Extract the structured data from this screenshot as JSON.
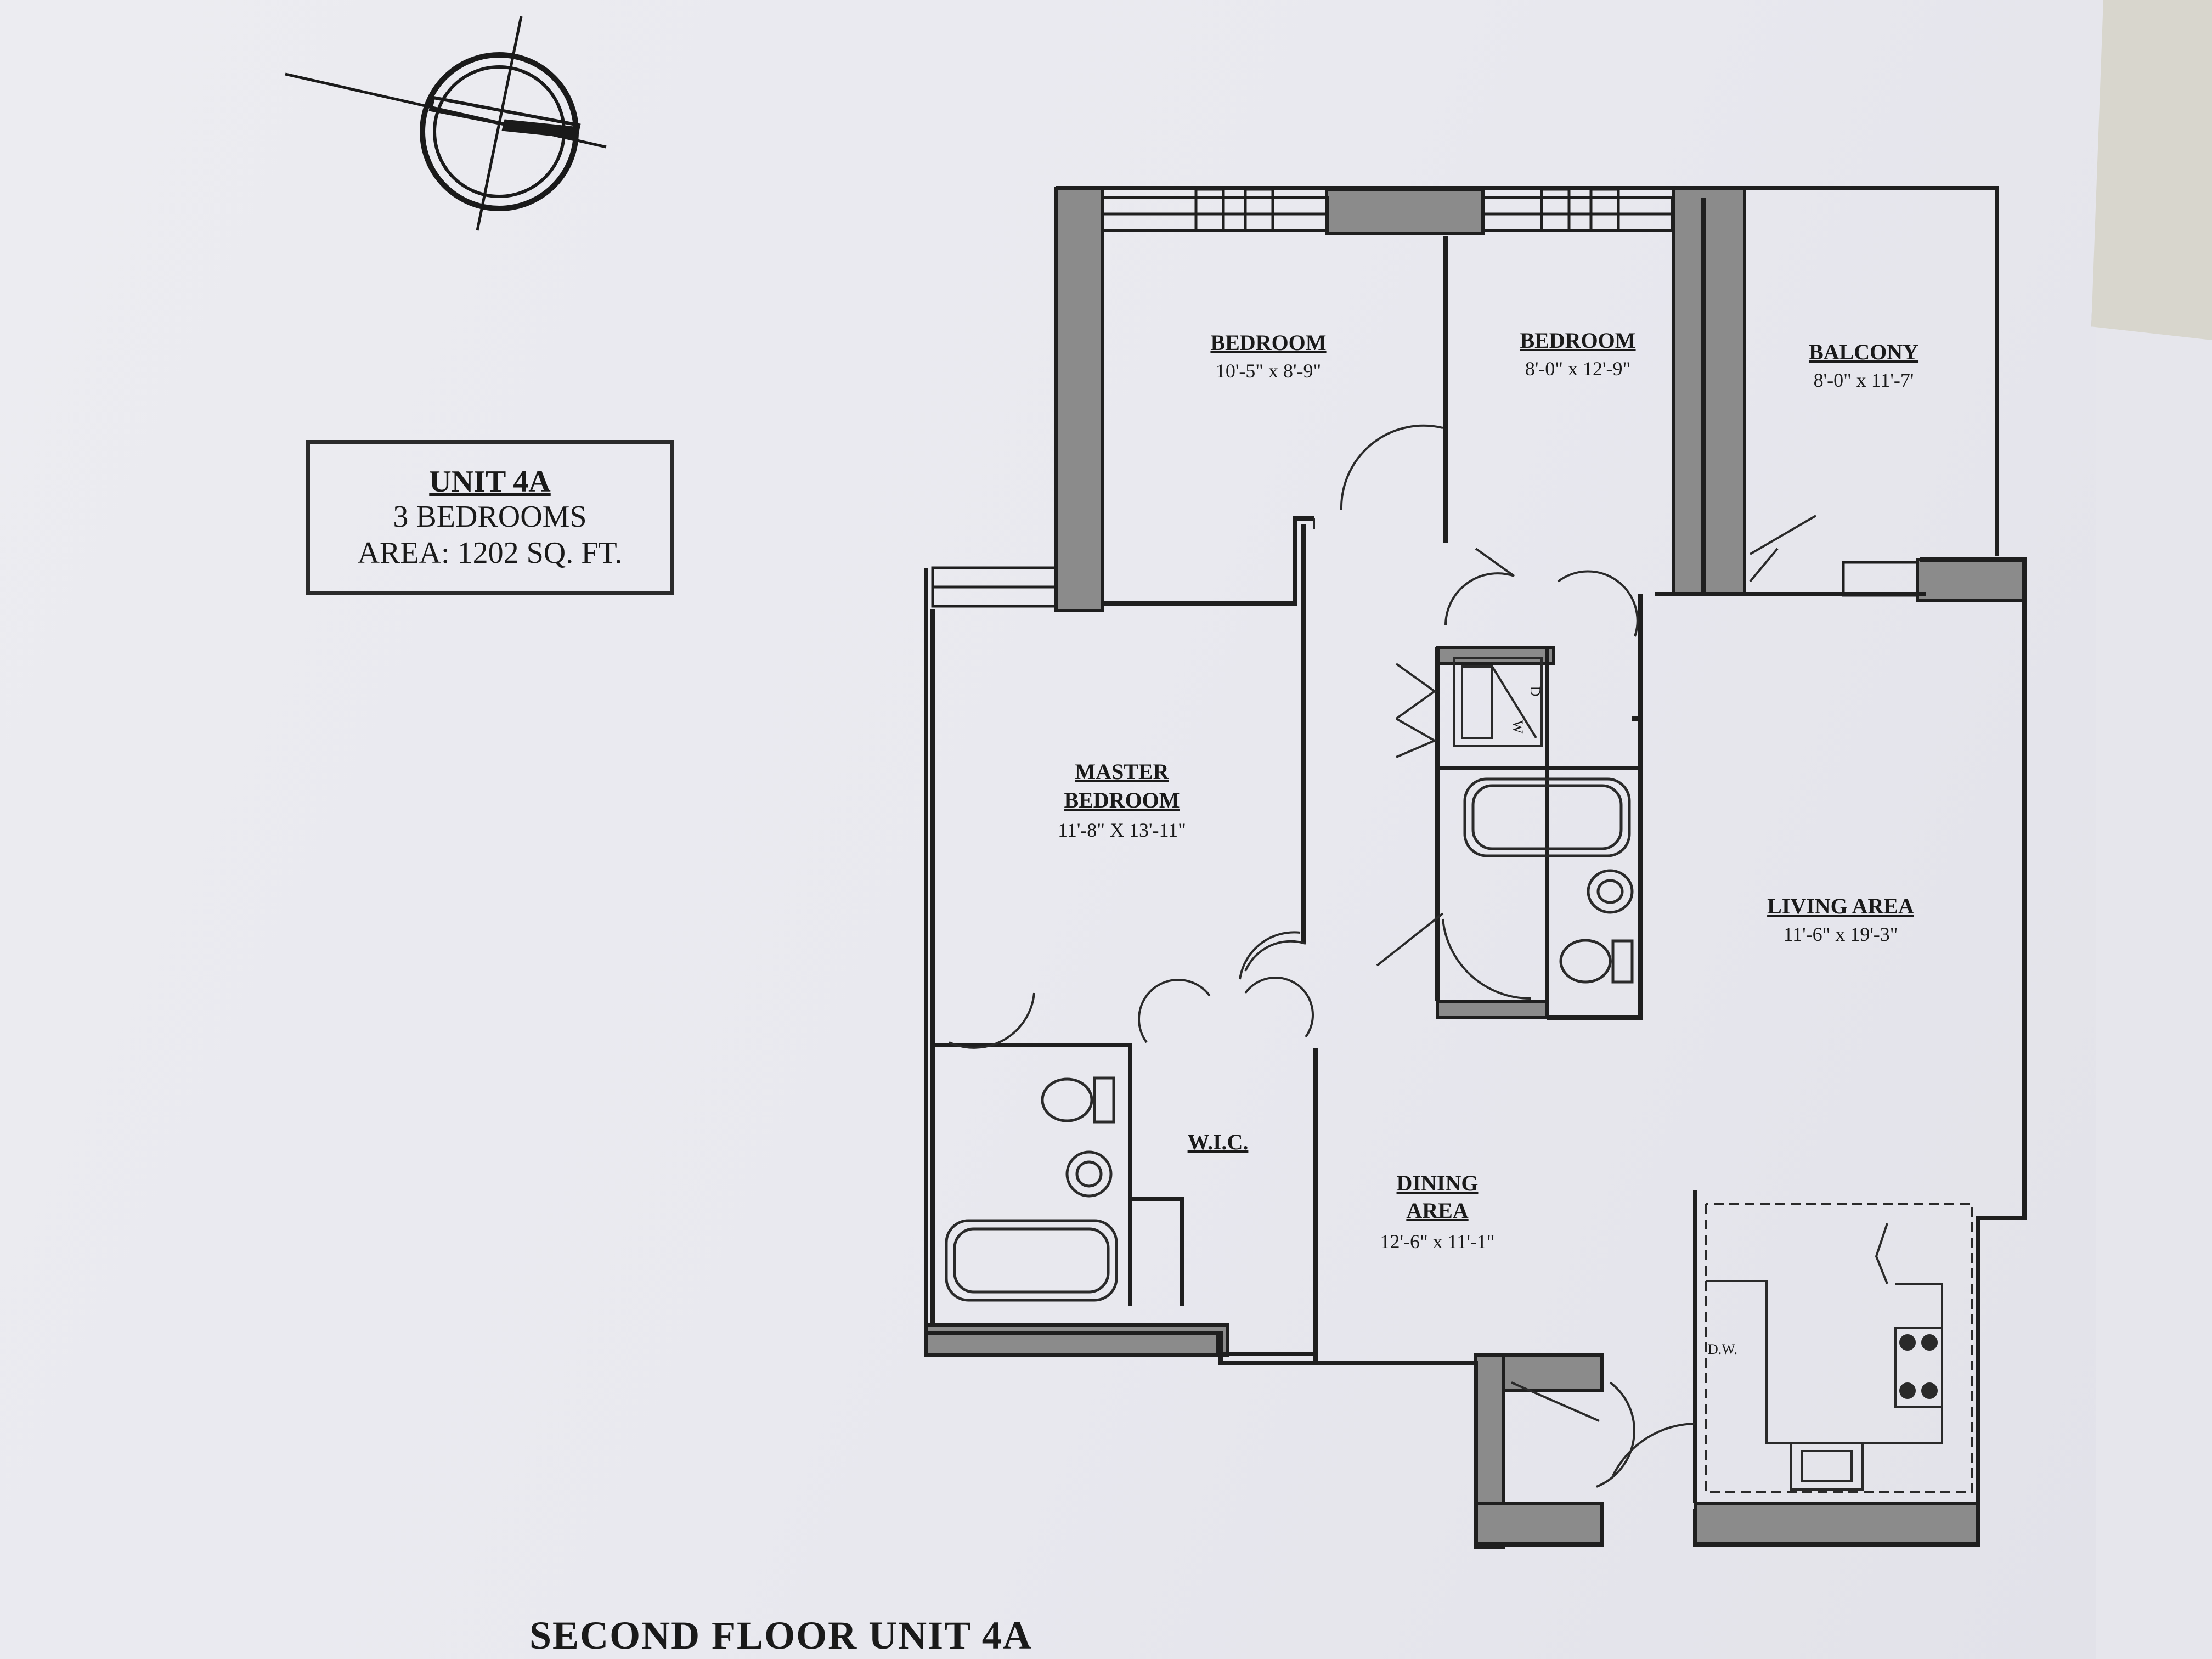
{
  "unit_box": {
    "title": "UNIT 4A",
    "bedrooms": "3 BEDROOMS",
    "area": "AREA: 1202 SQ. FT."
  },
  "rooms": {
    "bedroom_1": {
      "name": "BEDROOM",
      "dims": "10'-5\" x 8'-9\""
    },
    "bedroom_2": {
      "name": "BEDROOM",
      "dims": "8'-0\" x 12'-9\""
    },
    "balcony": {
      "name": "BALCONY",
      "dims": "8'-0\" x 11'-7'"
    },
    "master_bedroom": {
      "name_line1": "MASTER",
      "name_line2": "BEDROOM",
      "dims": "11'-8\" X 13'-11\""
    },
    "wic": {
      "name": "W.I.C."
    },
    "living_area": {
      "name": "LIVING AREA",
      "dims": "11'-6\" x 19'-3\""
    },
    "dining_area": {
      "name_line1": "DINING",
      "name_line2": "AREA",
      "dims": "12'-6\" x 11'-1\""
    }
  },
  "appliance_labels": {
    "dishwasher": "D.W.",
    "dryer": "D",
    "washer": "W"
  },
  "footer": {
    "title": "SECOND FLOOR UNIT 4A"
  }
}
